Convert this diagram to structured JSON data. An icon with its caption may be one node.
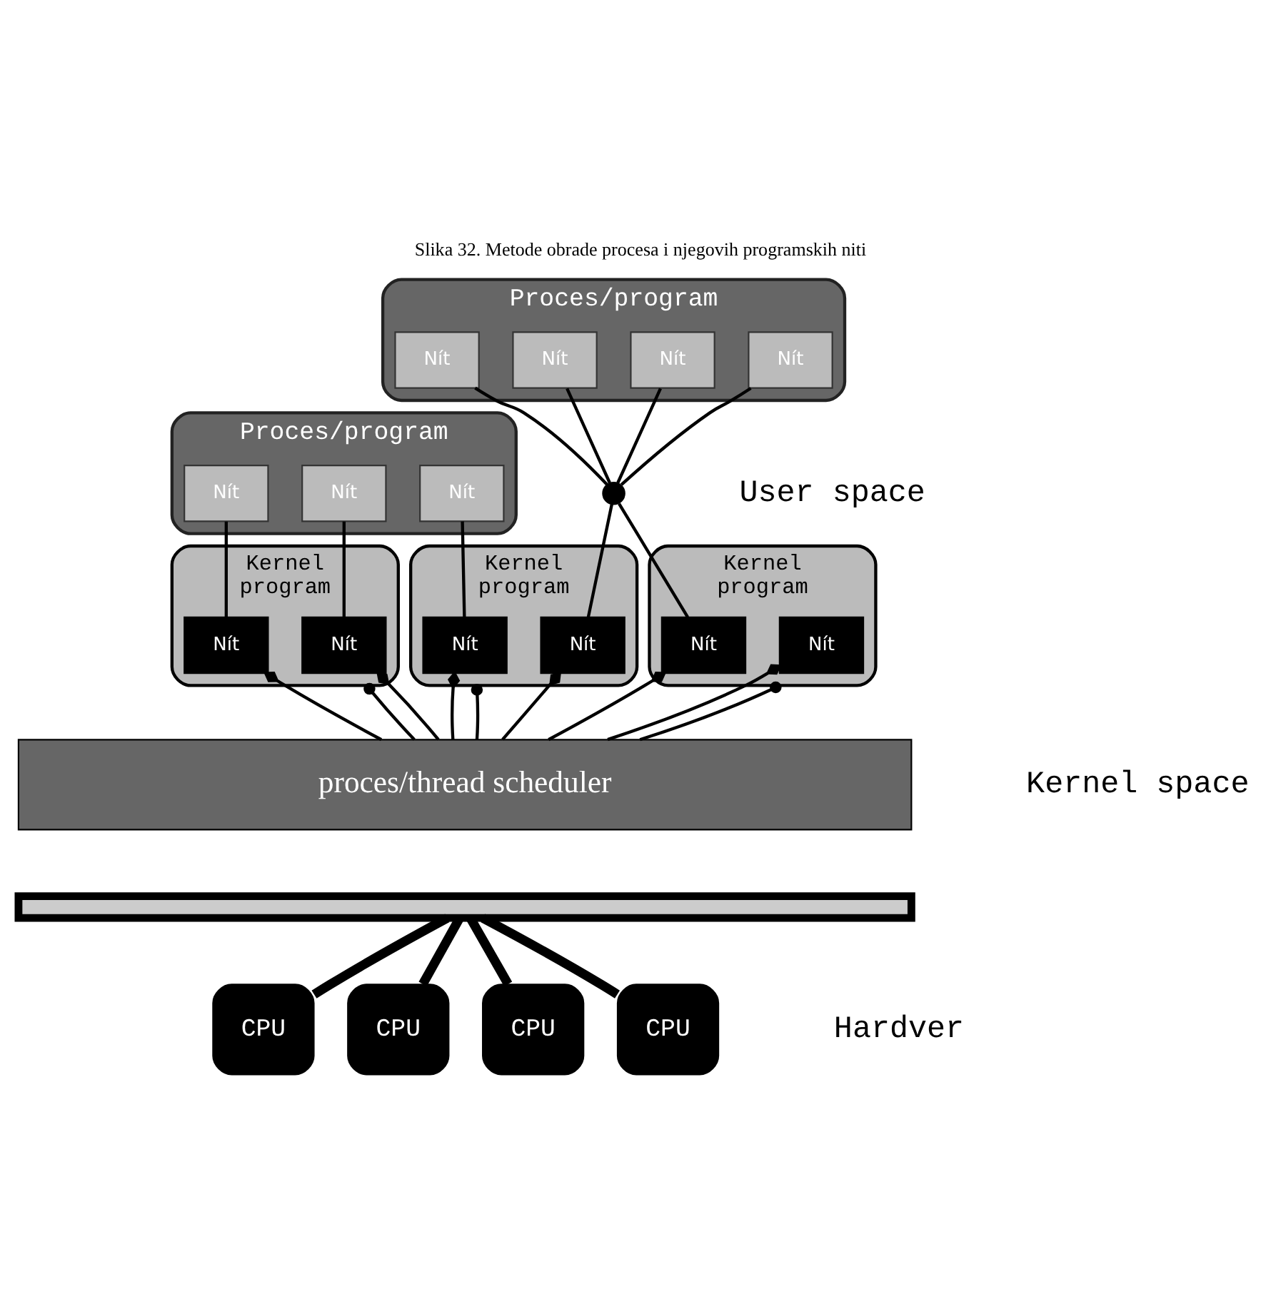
{
  "diagram": {
    "title": "Slika 32. Metode obrade procesa i njegovih programskih niti",
    "nodes": [
      {
        "text": [
          "Proces/program"
        ]
      },
      {
        "text": [
          "Nít"
        ],
        "in": 0
      },
      {
        "text": [
          "Nít"
        ],
        "in": 0
      },
      {
        "text": [
          "Nít"
        ],
        "in": 0
      },
      {
        "text": [
          "Proces/program"
        ]
      },
      {
        "text": [
          "Nít"
        ],
        "in": 4
      },
      {
        "text": [
          "Nít"
        ],
        "in": 4
      },
      {
        "text": [
          "Nít"
        ],
        "in": 4
      },
      {
        "text": [
          "Nít"
        ],
        "in": 4
      },
      {
        "text": [],
        "shape": "circle"
      },
      {
        "text": [
          "Kernel program"
        ]
      },
      {
        "text": [
          "Nít"
        ],
        "in": 10
      },
      {
        "text": [
          "Nít"
        ],
        "in": 10
      },
      {
        "text": [
          "Kernel program"
        ]
      },
      {
        "text": [
          "Nít"
        ],
        "in": 13
      },
      {
        "text": [
          "Nít"
        ],
        "in": 13
      },
      {
        "text": [
          "Kernel program"
        ]
      },
      {
        "text": [
          "Nít"
        ],
        "in": 16
      },
      {
        "text": [
          "Nít"
        ],
        "in": 16
      },
      {
        "text": [
          "proces/thread scheduler"
        ]
      },
      {
        "text": [],
        "shape": "bar"
      },
      {
        "text": [
          "CPU"
        ]
      },
      {
        "text": [
          "CPU"
        ]
      },
      {
        "text": [
          "CPU"
        ]
      },
      {
        "text": [
          "CPU"
        ]
      }
    ],
    "edges": [
      {
        "from": 1,
        "to": 11,
        "arrow": "none"
      },
      {
        "from": 2,
        "to": 12,
        "arrow": "none"
      },
      {
        "from": 3,
        "to": 14,
        "arrow": "none"
      },
      {
        "from": 5,
        "to": 9,
        "arrow": "none"
      },
      {
        "from": 6,
        "to": 9,
        "arrow": "none"
      },
      {
        "from": 7,
        "to": 9,
        "arrow": "none"
      },
      {
        "from": 8,
        "to": 9,
        "arrow": "none"
      },
      {
        "from": 9,
        "to": 15,
        "arrow": "none"
      },
      {
        "from": 9,
        "to": 18,
        "arrow": "none"
      },
      {
        "from": 10,
        "to": 19,
        "arrow": "other"
      },
      {
        "from": 11,
        "to": 19,
        "arrow": "other"
      },
      {
        "from": 12,
        "to": 19,
        "arrow": "other"
      },
      {
        "from": 14,
        "to": 19,
        "arrow": "other"
      },
      {
        "from": 15,
        "to": 19,
        "arrow": "other"
      },
      {
        "from": 13,
        "to": 19,
        "arrow": "other"
      },
      {
        "from": 17,
        "to": 19,
        "arrow": "other"
      },
      {
        "from": 18,
        "to": 19,
        "arrow": "other"
      },
      {
        "from": 16,
        "to": 19,
        "arrow": "other"
      },
      {
        "from": 20,
        "to": 21,
        "arrow": "none",
        "style": "thick"
      },
      {
        "from": 20,
        "to": 22,
        "arrow": "none",
        "style": "thick"
      },
      {
        "from": 20,
        "to": 23,
        "arrow": "none",
        "style": "thick"
      },
      {
        "from": 20,
        "to": 24,
        "arrow": "none",
        "style": "thick"
      }
    ],
    "labels": [
      "User space",
      "Kernel space",
      "Hardver"
    ]
  }
}
